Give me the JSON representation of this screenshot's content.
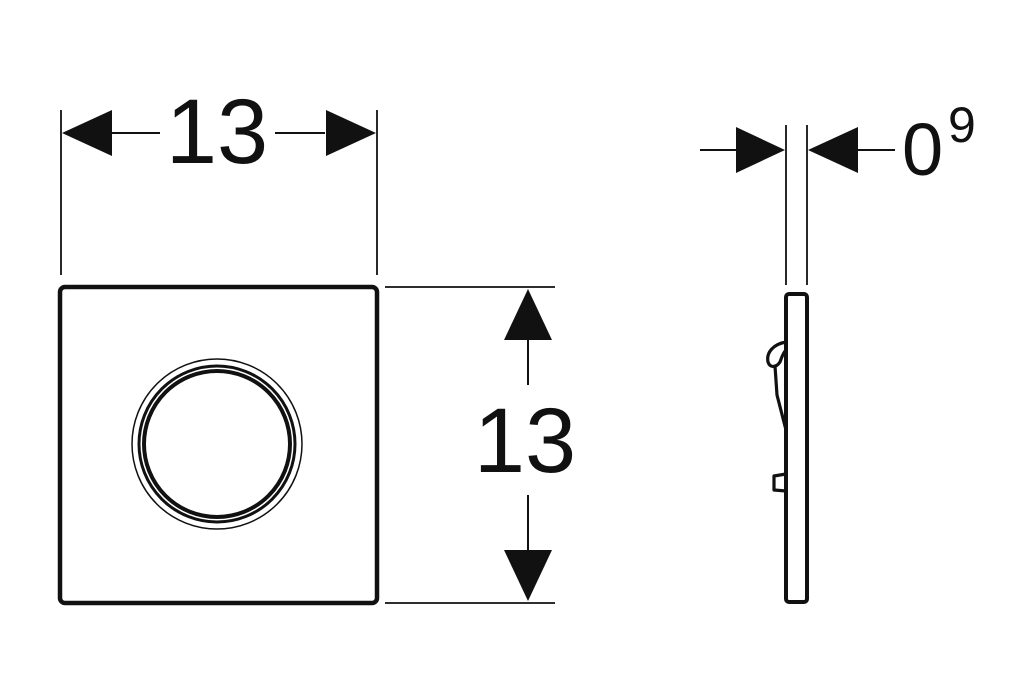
{
  "front_view": {
    "width_label": "13",
    "height_label": "13"
  },
  "side_view": {
    "thickness_label": "0",
    "thickness_label_sup": "9"
  },
  "colors": {
    "line": "#111111",
    "background": "#ffffff"
  }
}
